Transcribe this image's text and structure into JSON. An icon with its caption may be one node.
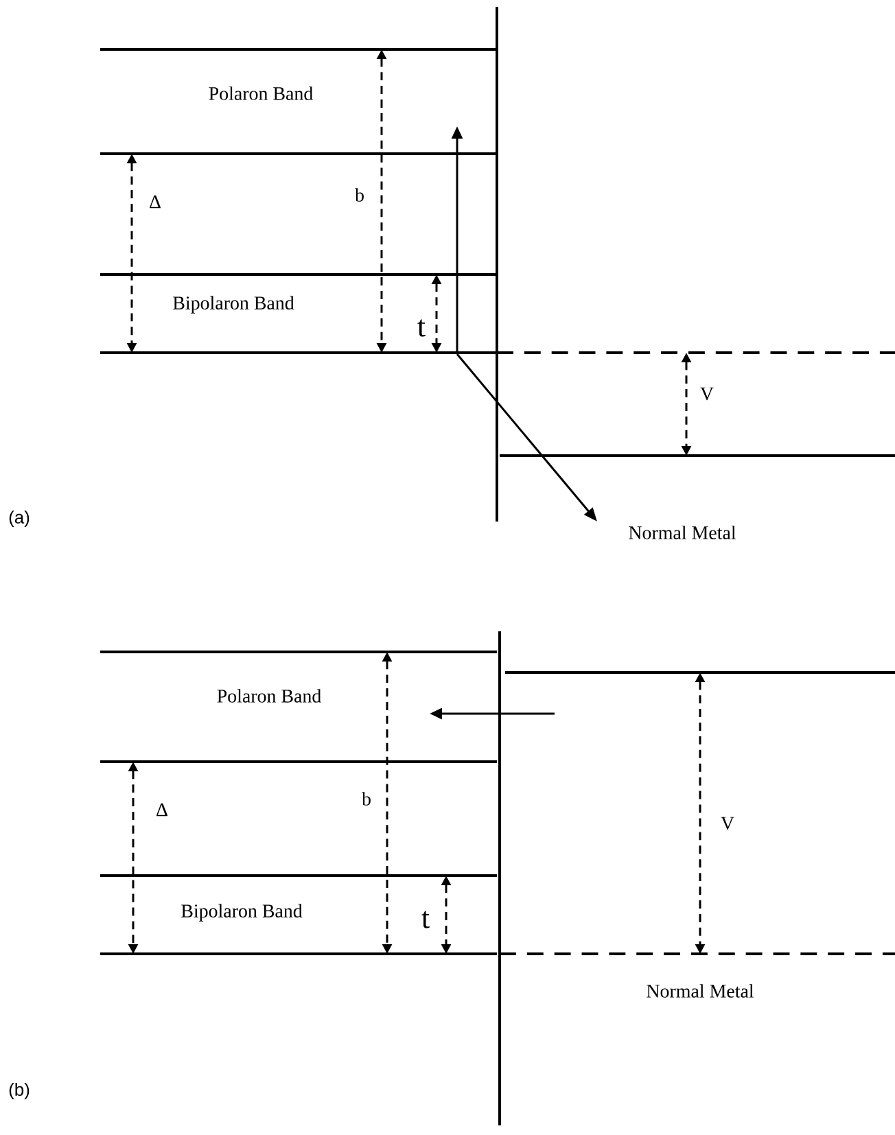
{
  "diagram": {
    "labels": [
      "Polaron Band",
      "Δ",
      "b",
      "Bipolaron Band",
      "t",
      "V",
      "Normal Metal",
      "(a)",
      "Polaron Band",
      "Δ",
      "b",
      "V",
      "Bipolaron Band",
      "t",
      "Normal Metal",
      "(b)"
    ]
  }
}
